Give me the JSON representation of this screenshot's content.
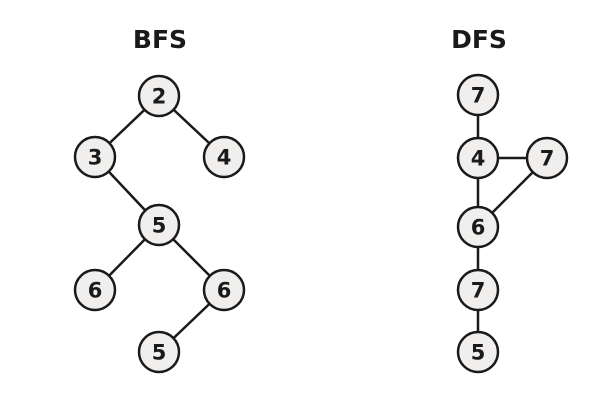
{
  "graphs": [
    {
      "title": "BFS",
      "nodes": [
        {
          "id": "a",
          "label": "2"
        },
        {
          "id": "b",
          "label": "3"
        },
        {
          "id": "c",
          "label": "4"
        },
        {
          "id": "d",
          "label": "5"
        },
        {
          "id": "e",
          "label": "6"
        },
        {
          "id": "f",
          "label": "6"
        },
        {
          "id": "g",
          "label": "5"
        }
      ],
      "edges": [
        [
          "a",
          "b"
        ],
        [
          "a",
          "c"
        ],
        [
          "b",
          "d"
        ],
        [
          "d",
          "e"
        ],
        [
          "d",
          "f"
        ],
        [
          "f",
          "g"
        ]
      ]
    },
    {
      "title": "DFS",
      "nodes": [
        {
          "id": "a",
          "label": "7"
        },
        {
          "id": "b",
          "label": "4"
        },
        {
          "id": "c",
          "label": "7"
        },
        {
          "id": "d",
          "label": "6"
        },
        {
          "id": "e",
          "label": "7"
        },
        {
          "id": "f",
          "label": "5"
        }
      ],
      "edges": [
        [
          "a",
          "b"
        ],
        [
          "b",
          "c"
        ],
        [
          "b",
          "d"
        ],
        [
          "c",
          "d"
        ],
        [
          "d",
          "e"
        ],
        [
          "e",
          "f"
        ]
      ]
    }
  ]
}
